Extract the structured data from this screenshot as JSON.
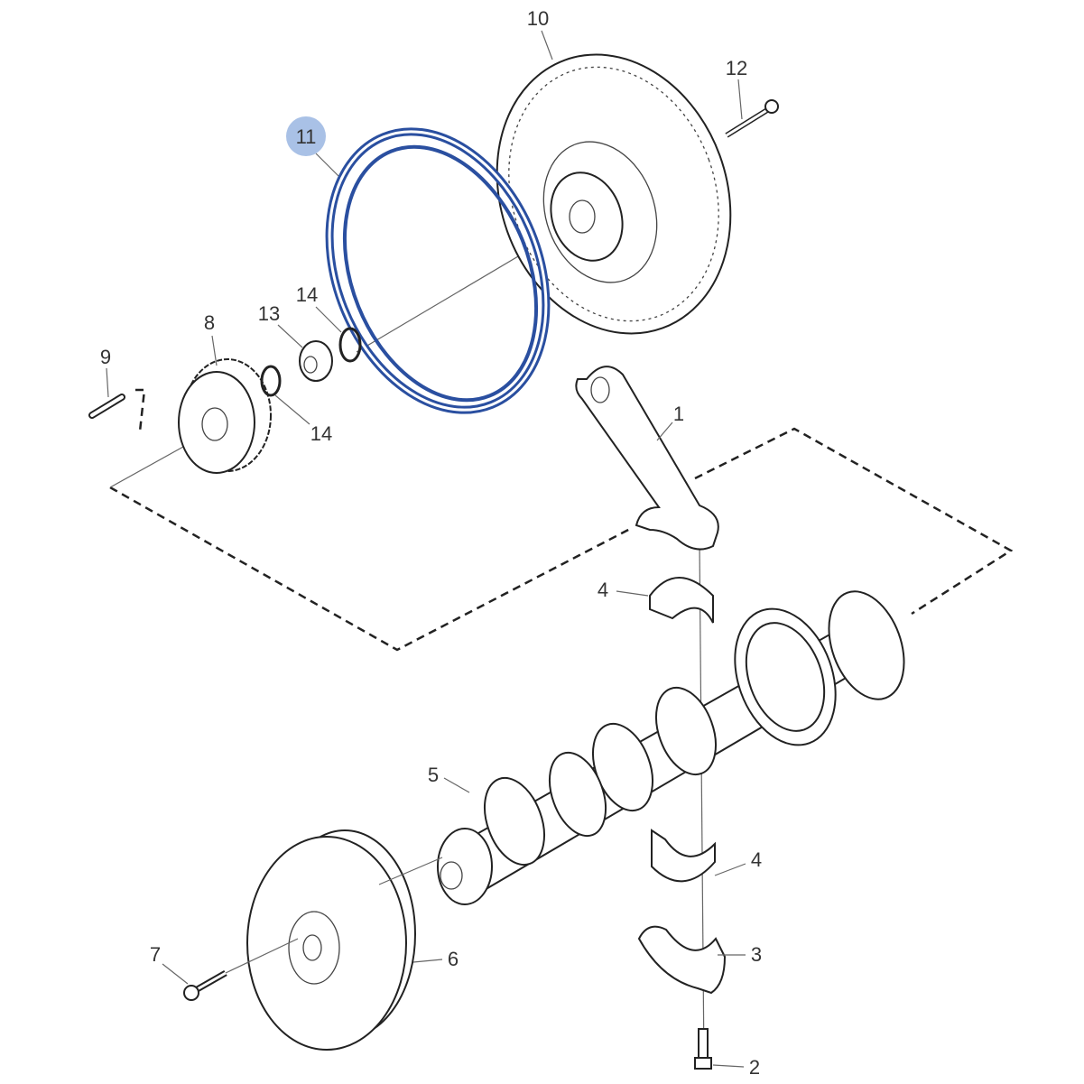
{
  "diagram": {
    "highlight_color": "#a9c1e6",
    "highlight_part_color": "#2a4fa0",
    "callouts": [
      {
        "id": "c10",
        "text": "10",
        "part": "flywheel"
      },
      {
        "id": "c12",
        "text": "12",
        "part": "flywheel-bolt"
      },
      {
        "id": "c11",
        "text": "11",
        "part": "ring-gear",
        "highlighted": true
      },
      {
        "id": "c14a",
        "text": "14",
        "part": "retaining-ring"
      },
      {
        "id": "c13",
        "text": "13",
        "part": "bushing"
      },
      {
        "id": "c8",
        "text": "8",
        "part": "crankshaft-gear"
      },
      {
        "id": "c9",
        "text": "9",
        "part": "pin"
      },
      {
        "id": "c14b",
        "text": "14",
        "part": "retaining-ring"
      },
      {
        "id": "c1",
        "text": "1",
        "part": "connecting-rod"
      },
      {
        "id": "c4a",
        "text": "4",
        "part": "bearing-shell-upper"
      },
      {
        "id": "c5",
        "text": "5",
        "part": "crankshaft"
      },
      {
        "id": "c4b",
        "text": "4",
        "part": "bearing-shell-lower"
      },
      {
        "id": "c3",
        "text": "3",
        "part": "bearing-cap"
      },
      {
        "id": "c7",
        "text": "7",
        "part": "pulley-bolt"
      },
      {
        "id": "c6",
        "text": "6",
        "part": "vibration-damper"
      },
      {
        "id": "c2",
        "text": "2",
        "part": "cap-bolt"
      }
    ]
  }
}
